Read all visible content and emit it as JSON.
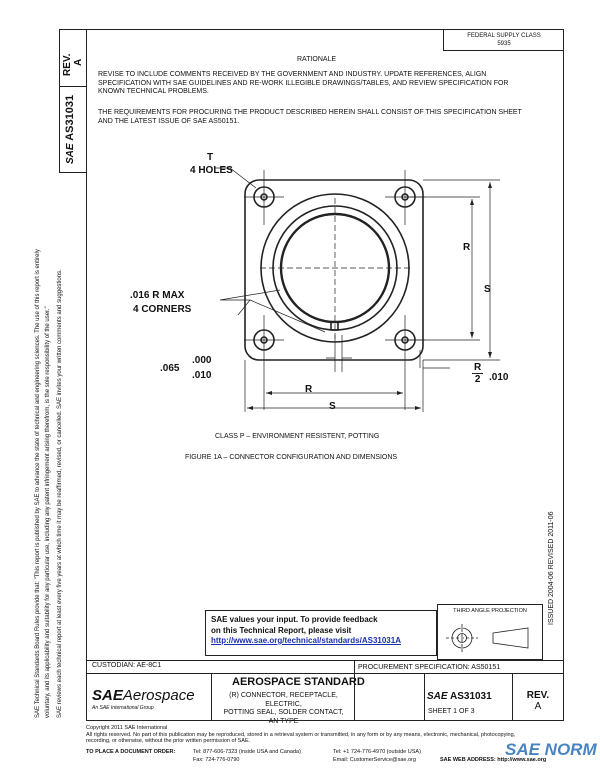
{
  "header": {
    "stamp_line1": "FEDERAL SUPPLY CLASS",
    "stamp_line2": "5935",
    "rationale_title": "RATIONALE",
    "rationale_text": "REVISE TO INCLUDE COMMENTS RECEIVED BY THE GOVERNMENT AND INDUSTRY. UPDATE REFERENCES, ALIGN SPECIFICATION WITH SAE GUIDELINES AND RE-WORK ILLEGIBLE DRAWINGS/TABLES, AND REVIEW SPECIFICATION FOR KNOWN TECHNICAL PROBLEMS.",
    "requirements_text": "THE REQUIREMENTS FOR PROCURING THE PRODUCT DESCRIBED HEREIN SHALL CONSIST OF THIS SPECIFICATION SHEET AND THE LATEST ISSUE OF SAE AS50151."
  },
  "sidebar": {
    "rev_label": "REV.",
    "rev_value": "A",
    "doc_number": "AS31031",
    "sae_logo": "SAE",
    "disclaimer_line1": "SAE Technical Standards Board Rules provide that: \"This report is published by SAE to advance the state of technical and engineering sciences. The use of this report is entirely",
    "disclaimer_line2": "voluntary, and its applicability and suitability for any particular use, including any patent infringement arising therefrom, is the sole responsibility of the user.\"",
    "disclaimer_line3": "SAE reviews each technical report at least every five years at which time it may be reaffirmed, revised, or cancelled. SAE invites your written comments and suggestions."
  },
  "figure": {
    "label_t": "T",
    "label_4holes": "4 HOLES",
    "label_corner1": ".016 R MAX",
    "label_corner2": "4 CORNERS",
    "dim_065": ".065",
    "dim_000": ".000",
    "dim_010": ".010",
    "dim_r_bottom": "R",
    "dim_s_bottom": "S",
    "dim_r_right": "R",
    "dim_s_right": "S",
    "dim_r2_num": "R",
    "dim_r2_den": "2",
    "dim_r2_tol": ".010",
    "class_caption": "CLASS P – ENVIRONMENT RESISTENT, POTTING",
    "figure_caption": "FIGURE 1A – CONNECTOR CONFIGURATION AND DIMENSIONS"
  },
  "side_right": {
    "text": "ISSUED 2004-06      REVISED 2011-06"
  },
  "feedback": {
    "line1": "SAE values your input. To provide feedback",
    "line2": "on this Technical Report, please visit",
    "link": "http://www.sae.org/technical/standards/AS31031A"
  },
  "projection": {
    "label": "THIRD ANGLE PROJECTION"
  },
  "title_block": {
    "custodian": "CUSTODIAN: AE-8C1",
    "procurement": "PROCUREMENT SPECIFICATION: AS50151",
    "logo_sae": "SAE",
    "logo_aero": "Aerospace",
    "logo_sub": "An SAE International Group",
    "standard_title": "AEROSPACE STANDARD",
    "desc_line1": "(R) CONNECTOR, RECEPTACLE, ELECTRIC,",
    "desc_line2": "POTTING SEAL, SOLDER CONTACT,",
    "desc_line3": "AN TYPE",
    "doc_sae": "SAE",
    "doc_number": "AS31031",
    "sheet": "SHEET 1 OF 3",
    "rev_label": "REV.",
    "rev_value": "A"
  },
  "footer": {
    "copyright": "Copyright 2011 SAE International",
    "rights": "All rights reserved. No part of this publication may be reproduced, stored in a retrieval system or transmitted, in any form or by any means, electronic, mechanical, photocopying,",
    "rights2": "recording, or otherwise, without the prior written permission of SAE.",
    "order_label": "TO PLACE A DOCUMENT ORDER:",
    "tel1": "Tel: 877-606-7323 (inside USA and Canada)",
    "fax": "Fax: 724-776-0790",
    "tel2": "Tel: +1 724-776-4970 (outside USA)",
    "email": "Email: CustomerService@sae.org",
    "web": "SAE WEB ADDRESS: http://www.sae.org",
    "watermark": "SAE NORM"
  }
}
